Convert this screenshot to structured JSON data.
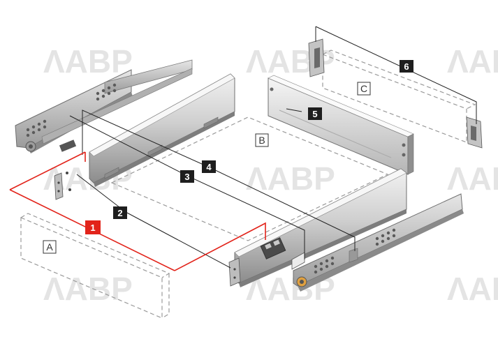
{
  "watermark": {
    "text": "ΛABP"
  },
  "callouts": [
    {
      "id": "1",
      "label": "1",
      "style": "red"
    },
    {
      "id": "2",
      "label": "2",
      "style": "dark"
    },
    {
      "id": "3",
      "label": "3",
      "style": "dark"
    },
    {
      "id": "4",
      "label": "4",
      "style": "dark"
    },
    {
      "id": "5",
      "label": "5",
      "style": "dark"
    },
    {
      "id": "6",
      "label": "6",
      "style": "dark"
    }
  ],
  "parts": [
    {
      "id": "A",
      "label": "A"
    },
    {
      "id": "B",
      "label": "B"
    },
    {
      "id": "C",
      "label": "C"
    }
  ],
  "colors": {
    "accent_red": "#e2231a",
    "callout_dark": "#1e1e1e",
    "metal_light": "#d5d5d5",
    "metal_dark": "#7a7a7a",
    "dashed": "#9a9a9a"
  }
}
